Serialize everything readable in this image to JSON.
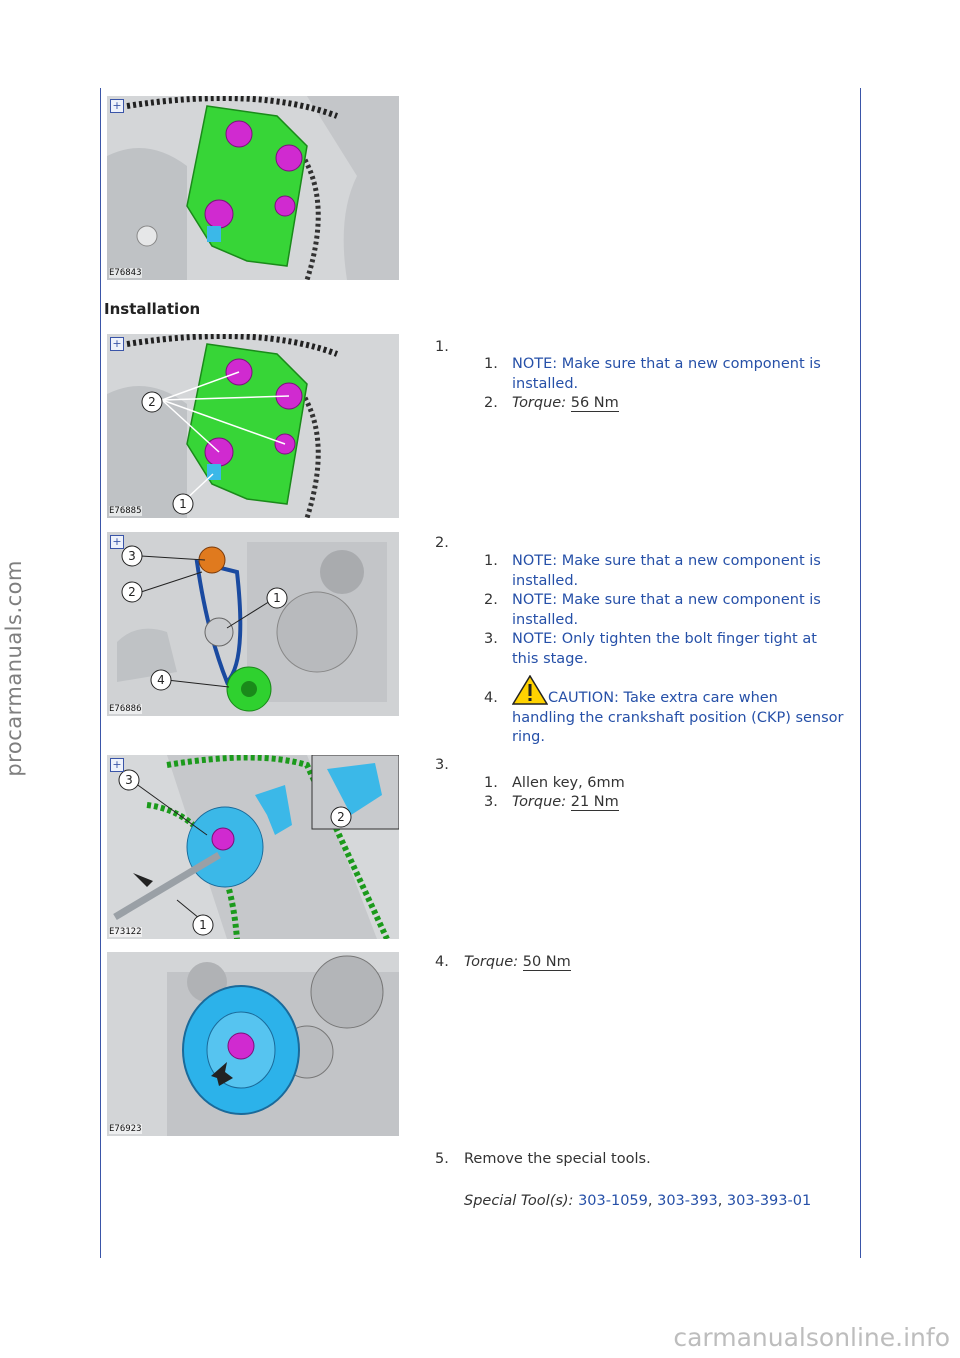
{
  "watermark_side": "procarmanuals.com",
  "watermark_bottom": "carmanualsonline.info",
  "heading": "Installation",
  "figures": [
    {
      "label": "E76843",
      "zoom_icon": "zoom-icon"
    },
    {
      "label": "E76885",
      "zoom_icon": "zoom-icon"
    },
    {
      "label": "E76886",
      "zoom_icon": "zoom-icon"
    },
    {
      "label": "E73122",
      "zoom_icon": "zoom-icon"
    },
    {
      "label": "E76923"
    }
  ],
  "callouts": {
    "fig2": [
      "2",
      "1"
    ],
    "fig3": [
      "3",
      "2",
      "1",
      "4"
    ],
    "fig4": [
      "3",
      "2",
      "1"
    ]
  },
  "steps": [
    {
      "num": "1.",
      "subs": [
        {
          "num": "1.",
          "text": "NOTE: Make sure that a new component is installed."
        },
        {
          "num": "2.",
          "label": "Torque:",
          "value": "56 Nm"
        }
      ]
    },
    {
      "num": "2.",
      "subs": [
        {
          "num": "1.",
          "text": "NOTE: Make sure that a new component is installed."
        },
        {
          "num": "2.",
          "text": "NOTE: Make sure that a new component is installed."
        },
        {
          "num": "3.",
          "text": "NOTE: Only tighten the bolt finger tight at this stage."
        },
        {
          "num": "4.",
          "text": "CAUTION: Take extra care when handling the crankshaft position (CKP) sensor ring.",
          "icon": "warning-icon"
        }
      ]
    },
    {
      "num": "3.",
      "subs": [
        {
          "num": "1.",
          "text": "Allen key, 6mm"
        },
        {
          "num": "3.",
          "label": "Torque:",
          "value": "21 Nm"
        }
      ]
    },
    {
      "num": "4.",
      "label": "Torque:",
      "value": "50 Nm"
    },
    {
      "num": "5.",
      "text": "Remove the special tools.",
      "special_label": "Special Tool(s):",
      "tools": [
        "303-1059",
        "303-393",
        "303-393-01"
      ],
      "separator": ","
    }
  ],
  "colors": {
    "link": "#2650a8",
    "rule": "#3a55a8",
    "green_part": "#2fd12f",
    "magenta_bolt": "#cc22cc",
    "blue_part": "#3bb8e8",
    "orange_part": "#e07a1e"
  }
}
